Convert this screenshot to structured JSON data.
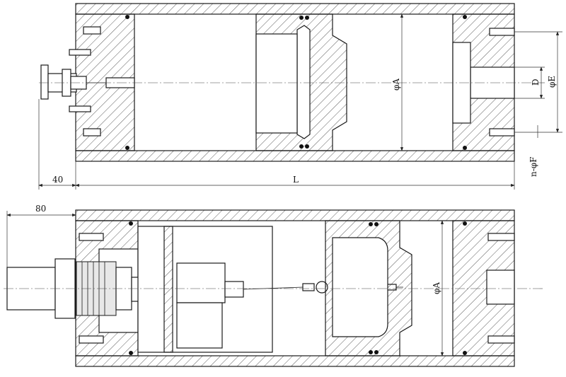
{
  "drawing": {
    "top_view": {
      "dim_offset_left": "40",
      "dim_length": "L",
      "dim_outer_diameter": "φA",
      "dim_port_d": "D",
      "dim_flange_e": "φE",
      "dim_holes": "n-φF"
    },
    "bottom_view": {
      "dim_connector": "80",
      "dim_outer_diameter": "φA"
    }
  }
}
